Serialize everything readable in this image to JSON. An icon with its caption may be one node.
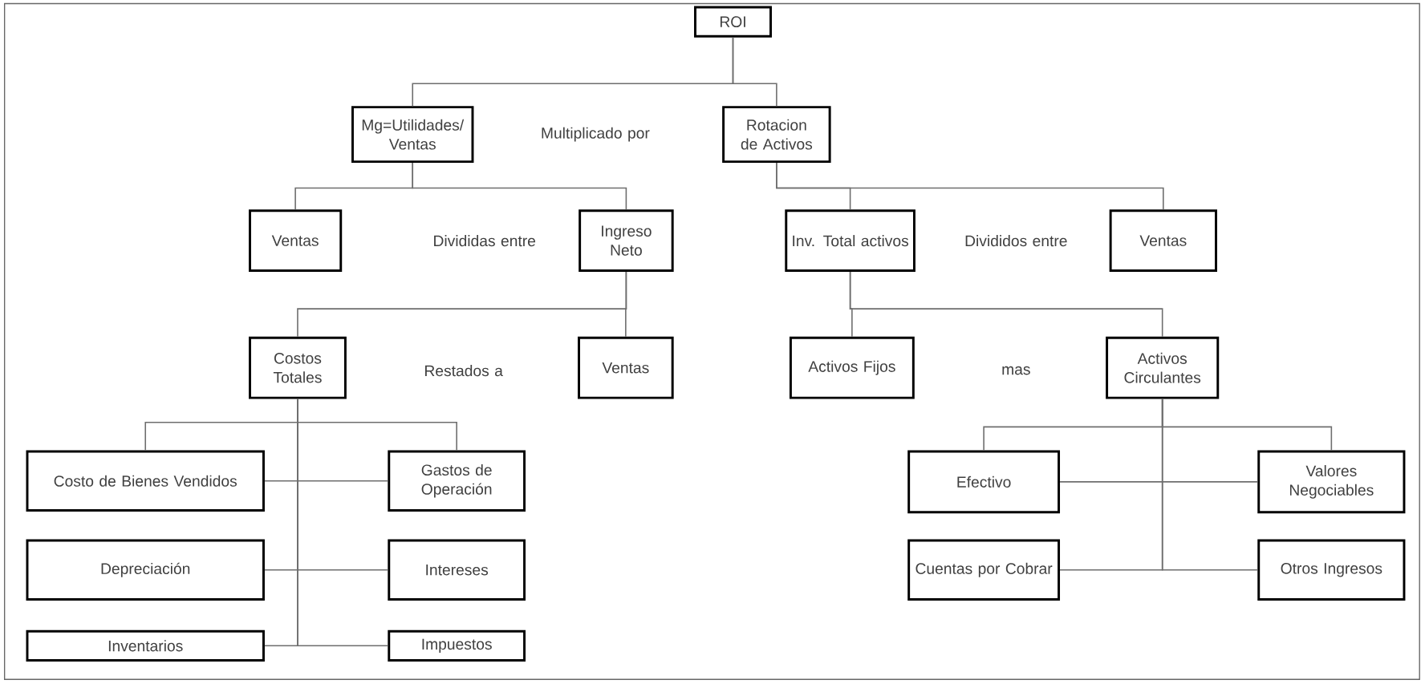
{
  "diagram": {
    "nodes": [
      {
        "text": [
          "ROI"
        ]
      },
      {
        "text": [
          "Mg=Utilidades/ Ventas"
        ]
      },
      {
        "text": [
          "Rotacion de Activos"
        ]
      },
      {
        "text": [
          "Ventas"
        ]
      },
      {
        "text": [
          "Ingreso Neto"
        ]
      },
      {
        "text": [
          "Inv. Total activos"
        ]
      },
      {
        "text": [
          "Ventas"
        ]
      },
      {
        "text": [
          "Costos Totales"
        ]
      },
      {
        "text": [
          "Ventas"
        ]
      },
      {
        "text": [
          "Activos Fijos"
        ]
      },
      {
        "text": [
          "Activos Circulantes"
        ]
      },
      {
        "text": [
          "Costo de Bienes Vendidos"
        ]
      },
      {
        "text": [
          "Gastos de Operación"
        ]
      },
      {
        "text": [
          "Efectivo"
        ]
      },
      {
        "text": [
          "Valores Negociables"
        ]
      },
      {
        "text": [
          "Depreciación"
        ]
      },
      {
        "text": [
          "Intereses"
        ]
      },
      {
        "text": [
          "Cuentas por Cobrar"
        ]
      },
      {
        "text": [
          "Otros Ingresos"
        ]
      },
      {
        "text": [
          "Inventarios"
        ]
      },
      {
        "text": [
          "Impuestos"
        ]
      }
    ],
    "edges": [
      {
        "from": 0,
        "to": 1,
        "arrow": "none"
      },
      {
        "from": 0,
        "to": 2,
        "arrow": "none"
      },
      {
        "from": 1,
        "to": 3,
        "arrow": "none"
      },
      {
        "from": 1,
        "to": 4,
        "arrow": "none"
      },
      {
        "from": 2,
        "to": 5,
        "arrow": "none"
      },
      {
        "from": 2,
        "to": 6,
        "arrow": "none"
      },
      {
        "from": 4,
        "to": 7,
        "arrow": "none"
      },
      {
        "from": 4,
        "to": 8,
        "arrow": "none"
      },
      {
        "from": 5,
        "to": 9,
        "arrow": "none"
      },
      {
        "from": 5,
        "to": 10,
        "arrow": "none"
      },
      {
        "from": 7,
        "to": 11,
        "arrow": "none"
      },
      {
        "from": 7,
        "to": 12,
        "arrow": "none"
      },
      {
        "from": 11,
        "to": 12,
        "arrow": "none"
      },
      {
        "from": 7,
        "to": 15,
        "arrow": "none"
      },
      {
        "from": 7,
        "to": 16,
        "arrow": "none"
      },
      {
        "from": 7,
        "to": 19,
        "arrow": "none"
      },
      {
        "from": 7,
        "to": 20,
        "arrow": "none"
      },
      {
        "from": 10,
        "to": 13,
        "arrow": "none"
      },
      {
        "from": 10,
        "to": 14,
        "arrow": "none"
      },
      {
        "from": 13,
        "to": 14,
        "arrow": "none"
      },
      {
        "from": 10,
        "to": 17,
        "arrow": "none"
      },
      {
        "from": 10,
        "to": 18,
        "arrow": "none"
      }
    ],
    "labels": [
      "Multiplicado por",
      "Divididas entre",
      "Divididos entre",
      "Restados a",
      "mas"
    ]
  }
}
